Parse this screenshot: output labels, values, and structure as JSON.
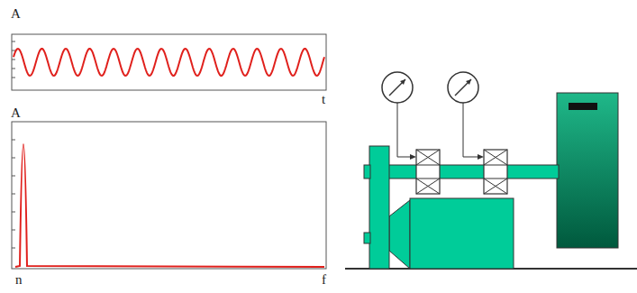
{
  "diagram": {
    "labels": [
      "A",
      "t",
      "A",
      "n",
      "f"
    ]
  }
}
